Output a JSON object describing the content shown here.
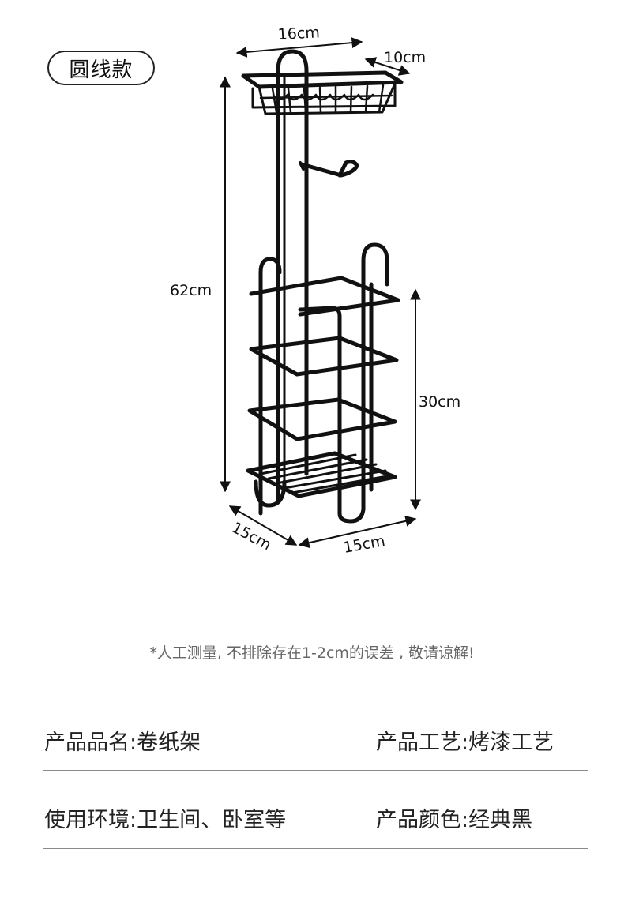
{
  "style_badge": "圆线款",
  "dimensions": {
    "width": "16cm",
    "depth": "10cm",
    "height_total": "62cm",
    "height_basket": "30cm",
    "base_depth": "15cm",
    "base_width": "15cm"
  },
  "measurement_note": "*人工测量, 不排除存在1-2cm的误差 , 敬请谅解!",
  "specs": [
    {
      "left": "产品品名:卷纸架",
      "right": "产品工艺:烤漆工艺"
    },
    {
      "left": "使用环境:卫生间、卧室等",
      "right": "产品颜色:经典黑"
    }
  ],
  "colors": {
    "product": "#111111",
    "divider": "#8a8a8a",
    "note": "#666666"
  }
}
